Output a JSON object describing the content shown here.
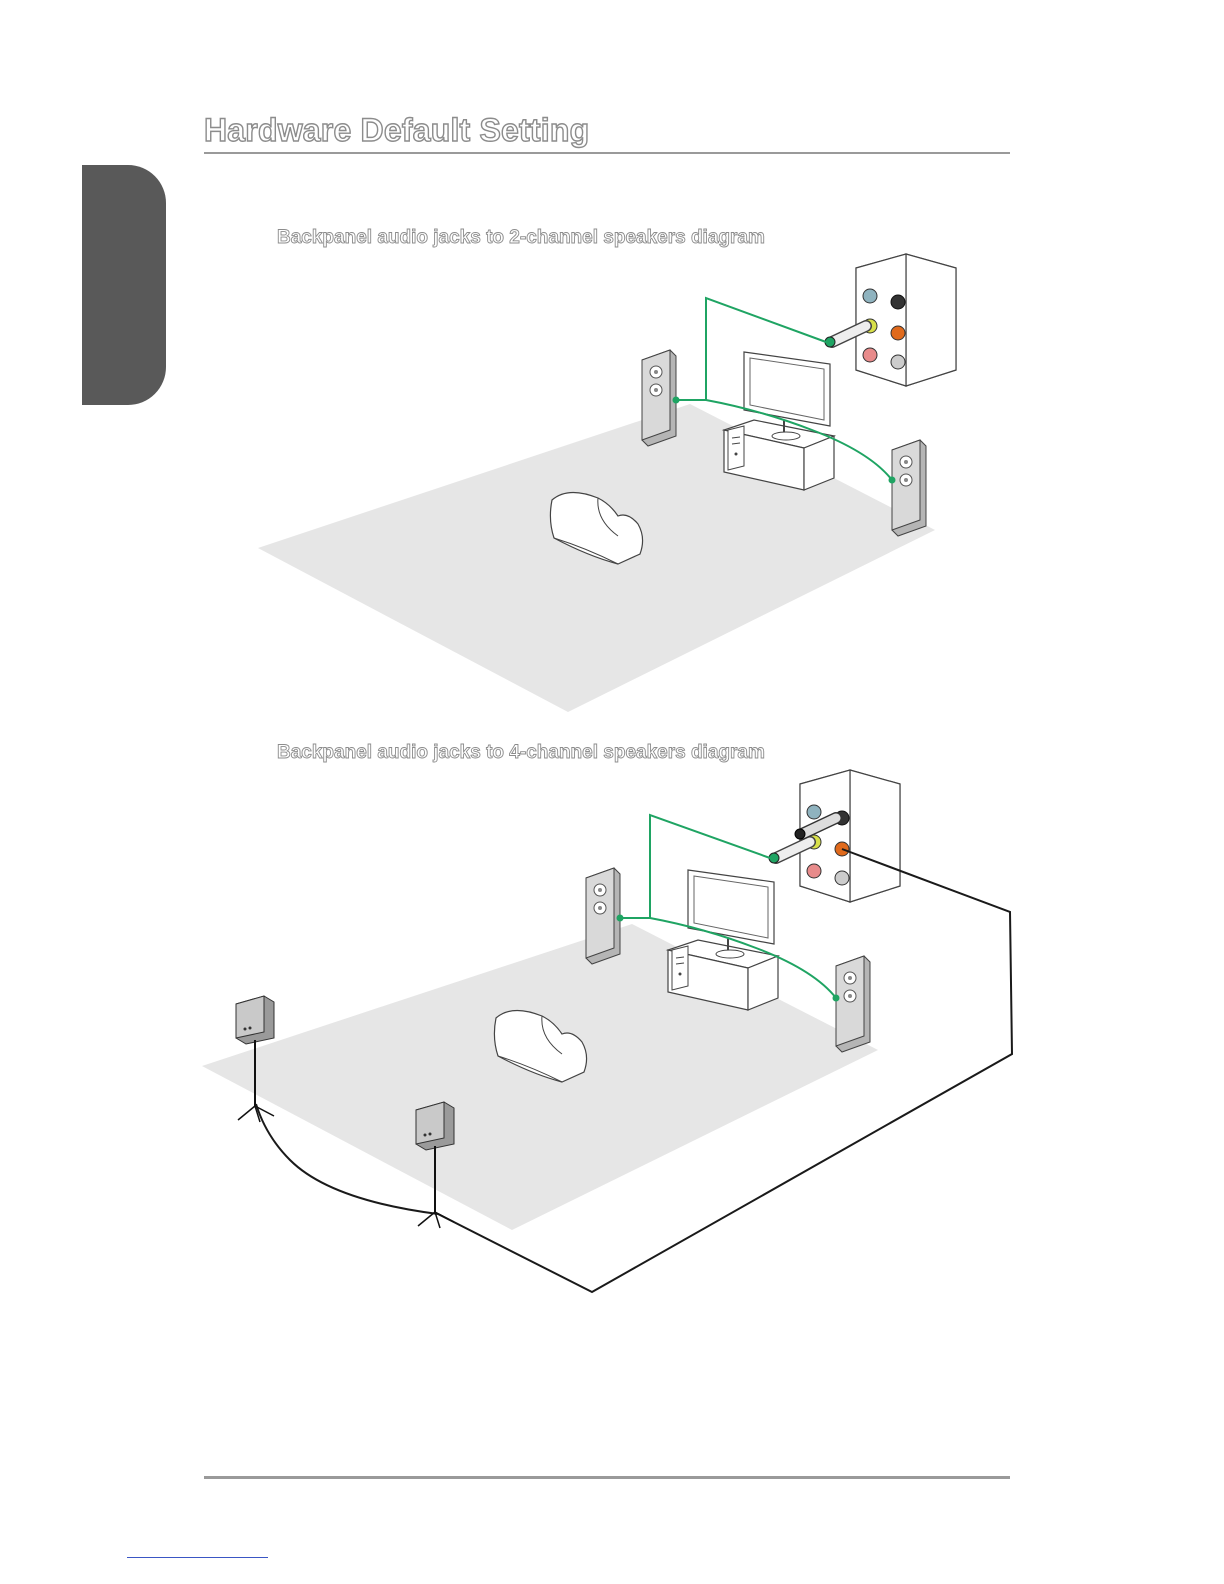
{
  "page": {
    "title": "Hardware Default Setting"
  },
  "diagrams": [
    {
      "caption": "Backpanel audio jacks to 2-channel speakers diagram"
    },
    {
      "caption": "Backpanel audio jacks to 4-channel speakers diagram"
    }
  ],
  "colors": {
    "tab": "#595959",
    "rule": "#9a9a9a",
    "floor": "#e6e6e6",
    "front_cable": "#1fa463",
    "rear_cable": "#1a1a1a",
    "jack_blue": "#8fb3bf",
    "jack_green_lime": "#d8e04a",
    "jack_orange": "#e06a1c",
    "jack_pink": "#e88b8b",
    "jack_black": "#333333",
    "jack_gray": "#cccccc"
  },
  "icons": [
    "speaker-tower-icon",
    "monitor-icon",
    "pc-tower-icon",
    "sofa-icon",
    "audio-jack-panel-icon",
    "satellite-speaker-icon"
  ]
}
